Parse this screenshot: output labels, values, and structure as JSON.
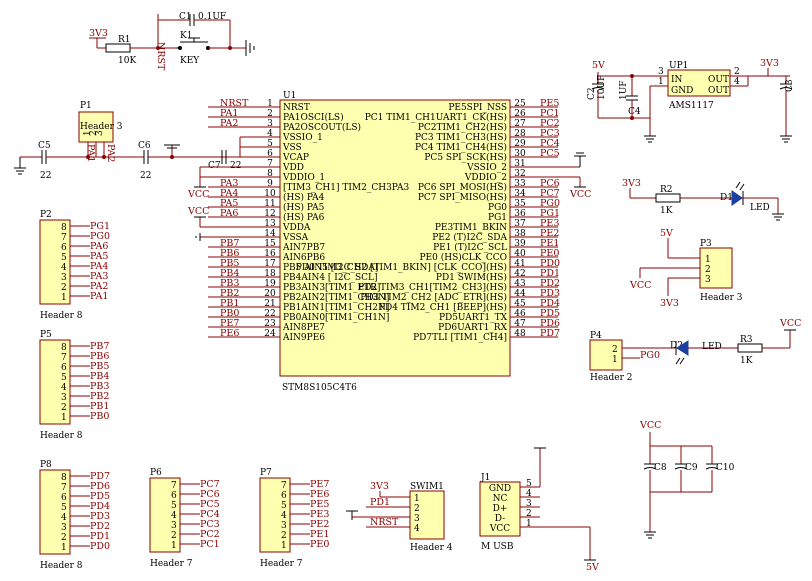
{
  "power": {
    "v3": "3V3",
    "v5": "5V",
    "vcc": "VCC"
  },
  "reset": {
    "r_ref": "R1",
    "r_val": "10K",
    "net": "NRST",
    "c_ref": "C1",
    "c_val": "0.1UF",
    "k_ref": "K1",
    "k_val": "KEY"
  },
  "p1": {
    "ref": "P1",
    "value": "Header 3",
    "pins": [
      "1",
      "2",
      "3"
    ],
    "nets": [
      "PA1",
      "PA2"
    ]
  },
  "c5": {
    "ref": "C5",
    "value": "22"
  },
  "c6": {
    "ref": "C6",
    "value": "22"
  },
  "c7": {
    "ref": "C7",
    "value": "22"
  },
  "u1": {
    "ref": "U1",
    "value": "STM8S105C4T6",
    "left_pins": [
      {
        "num": "1",
        "name": "NRST",
        "net": "NRST"
      },
      {
        "num": "2",
        "name": "PA1OSCI(LS)",
        "net": "PA1"
      },
      {
        "num": "3",
        "name": "PA2OSCOUT(LS)",
        "net": "PA2"
      },
      {
        "num": "4",
        "name": "VSSIO_1",
        "net": ""
      },
      {
        "num": "5",
        "name": "VSS",
        "net": ""
      },
      {
        "num": "6",
        "name": "VCAP",
        "net": ""
      },
      {
        "num": "7",
        "name": "VDD",
        "net": ""
      },
      {
        "num": "8",
        "name": "VDDIO_1",
        "net": ""
      },
      {
        "num": "9",
        "name": "[TIM3_CH1] TIM2_CH3PA3",
        "net": "PA3"
      },
      {
        "num": "10",
        "name": "(HS) PA4",
        "net": "PA4"
      },
      {
        "num": "11",
        "name": "(HS) PA5",
        "net": "PA5"
      },
      {
        "num": "12",
        "name": "(HS) PA6",
        "net": "PA6"
      },
      {
        "num": "13",
        "name": "VDDA",
        "net": ""
      },
      {
        "num": "14",
        "name": "VSSA",
        "net": ""
      },
      {
        "num": "15",
        "name": "AIN7PB7",
        "net": "PB7"
      },
      {
        "num": "16",
        "name": "AIN6PB6",
        "net": "PB6"
      },
      {
        "num": "17",
        "name": "PB5 AIN5 [I2C_SDA]",
        "net": "PB5"
      },
      {
        "num": "18",
        "name": "PB4AIN4 [ I2C_SCL]",
        "net": "PB4"
      },
      {
        "num": "19",
        "name": "PB3AIN3[TIM1_ETR]",
        "net": "PB3"
      },
      {
        "num": "20",
        "name": "PB2AIN2[TIM1_CH3N]",
        "net": "PB2"
      },
      {
        "num": "21",
        "name": "PB1AIN1[TIM1_CH2N]",
        "net": "PB1"
      },
      {
        "num": "22",
        "name": "PB0AIN0[TIM1_CH1N]",
        "net": "PB0"
      },
      {
        "num": "23",
        "name": "AIN8PE7",
        "net": "PE7"
      },
      {
        "num": "24",
        "name": "AIN9PE6",
        "net": "PE6"
      }
    ],
    "right_pins": [
      {
        "num": "25",
        "name": "PE5SPI_NSS",
        "net": "PE5"
      },
      {
        "num": "26",
        "name": "PC1 TIM1_CH1UART1_CK(HS)",
        "net": "PC1"
      },
      {
        "num": "27",
        "name": "PC2TIM1_CH2(HS)",
        "net": "PC2"
      },
      {
        "num": "28",
        "name": "PC3 TIM1_CH3(HS)",
        "net": "PC3"
      },
      {
        "num": "29",
        "name": "PC4 TIM1_CH4(HS)",
        "net": "PC4"
      },
      {
        "num": "30",
        "name": "PC5 SPI_SCK(HS)",
        "net": "PC5"
      },
      {
        "num": "31",
        "name": "VSSIO_2",
        "net": ""
      },
      {
        "num": "32",
        "name": "VDDIO_2",
        "net": ""
      },
      {
        "num": "33",
        "name": "PC6 SPI_MOSI(HS)",
        "net": "PC6"
      },
      {
        "num": "34",
        "name": "PC7 SPI_MISO(HS)",
        "net": "PC7"
      },
      {
        "num": "35",
        "name": "PG0",
        "net": "PG0"
      },
      {
        "num": "36",
        "name": "PG1",
        "net": "PG1"
      },
      {
        "num": "37",
        "name": "PE3TIM1_BKIN",
        "net": "PE3"
      },
      {
        "num": "38",
        "name": "PE2 (T)I2C_SDA",
        "net": "PE2"
      },
      {
        "num": "39",
        "name": "PE1 (T)I2C_SCL",
        "net": "PE1"
      },
      {
        "num": "40",
        "name": "PE0 (HS)CLK_CCO",
        "net": "PE0"
      },
      {
        "num": "41",
        "name": "PD0 TIM3_CH2 [TIM1_BKIN] [CLK_CCO](HS)",
        "net": "PD0"
      },
      {
        "num": "42",
        "name": "PD1 SWIM(HS)",
        "net": "PD1"
      },
      {
        "num": "43",
        "name": "PD2 TIM3_CH1[TIM2_CH3](HS)",
        "net": "PD2"
      },
      {
        "num": "44",
        "name": "PD3 TIM2_CH2 [ADC_ETR](HS)",
        "net": "PD3"
      },
      {
        "num": "45",
        "name": "PD4 TIM2_CH1 [BEEP](HS)",
        "net": "PD4"
      },
      {
        "num": "46",
        "name": "PD5UART1_TX",
        "net": "PD5"
      },
      {
        "num": "47",
        "name": "PD6UART1_RX",
        "net": "PD6"
      },
      {
        "num": "48",
        "name": "PD7TLI [TIM1_CH4]",
        "net": "PD7"
      }
    ]
  },
  "p2": {
    "ref": "P2",
    "value": "Header 8",
    "pins": [
      "8",
      "7",
      "6",
      "5",
      "4",
      "3",
      "2",
      "1"
    ],
    "nets": [
      "PG1",
      "PG0",
      "PA6",
      "PA5",
      "PA4",
      "PA3",
      "PA2",
      "PA1"
    ]
  },
  "p5": {
    "ref": "P5",
    "value": "Header 8",
    "pins": [
      "8",
      "7",
      "6",
      "5",
      "4",
      "3",
      "2",
      "1"
    ],
    "nets": [
      "PB7",
      "PB6",
      "PB5",
      "PB4",
      "PB3",
      "PB2",
      "PB1",
      "PB0"
    ]
  },
  "p8": {
    "ref": "P8",
    "value": "Header 8",
    "pins": [
      "8",
      "7",
      "6",
      "5",
      "4",
      "3",
      "2",
      "1"
    ],
    "nets": [
      "PD7",
      "PD6",
      "PD5",
      "PD4",
      "PD3",
      "PD2",
      "PD1",
      "PD0"
    ]
  },
  "p6": {
    "ref": "P6",
    "value": "Header 7",
    "pins": [
      "7",
      "6",
      "5",
      "4",
      "3",
      "2",
      "1"
    ],
    "nets": [
      "PC7",
      "PC6",
      "PC5",
      "PC4",
      "PC3",
      "PC2",
      "PC1"
    ]
  },
  "p7": {
    "ref": "P7",
    "value": "Header 7",
    "pins": [
      "7",
      "6",
      "5",
      "4",
      "3",
      "2",
      "1"
    ],
    "nets": [
      "PE7",
      "PE6",
      "PE5",
      "PE3",
      "PE2",
      "PE1",
      "PE0"
    ]
  },
  "swim": {
    "ref": "SWIM1",
    "value": "Header 4",
    "pins": [
      "1",
      "2",
      "3",
      "4"
    ],
    "nets": [
      "3V3",
      "PD1",
      "",
      "NRST"
    ]
  },
  "usb": {
    "ref": "J1",
    "value": "M USB",
    "pins": [
      {
        "name": "GND",
        "num": "5"
      },
      {
        "name": "NC",
        "num": "4"
      },
      {
        "name": "D+",
        "num": "3"
      },
      {
        "name": "D-",
        "num": "2"
      },
      {
        "name": "VCC",
        "num": "1"
      }
    ]
  },
  "up1": {
    "ref": "UP1",
    "value": "AMS1117",
    "in": "IN",
    "gnd": "GND",
    "out1": "OUT",
    "out2": "OUT",
    "pin_in": "3",
    "pin_gnd": "1",
    "pin_out1": "2",
    "pin_out2": "4"
  },
  "caps": {
    "c2": "C2",
    "c3": "C3",
    "c4": "C4",
    "c8": "C8",
    "c9": "C9",
    "c10": "C10",
    "c2_val": "10UF",
    "c4_val": "1UF"
  },
  "led1": {
    "ref": "D1",
    "value": "LED",
    "r_ref": "R2",
    "r_val": "1K"
  },
  "led2": {
    "ref": "D2",
    "value": "LED",
    "r_ref": "R3",
    "r_val": "1K"
  },
  "p3": {
    "ref": "P3",
    "value": "Header 3",
    "pins": [
      "1",
      "2",
      "3"
    ]
  },
  "p4": {
    "ref": "P4",
    "value": "Header 2",
    "pins": [
      "2",
      "1"
    ],
    "net": "PG0"
  }
}
